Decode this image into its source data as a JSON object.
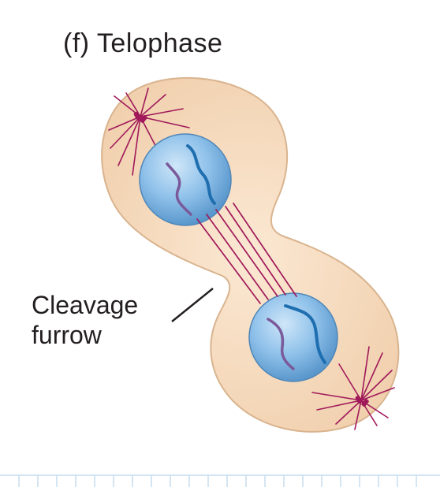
{
  "figure": {
    "title": "(f)  Telophase",
    "label_line1": "Cleavage",
    "label_line2": "furrow"
  },
  "colors": {
    "cytoplasm": "#f6dcc0",
    "cell_outline": "#d9b48f",
    "nucleus": "#8fc1ea",
    "spindle": "#a0195a",
    "chromosome_blue": "#1f6fb0",
    "chromosome_purple": "#7a5a9a",
    "text": "#231f20",
    "ruler": "#c6dcef"
  }
}
